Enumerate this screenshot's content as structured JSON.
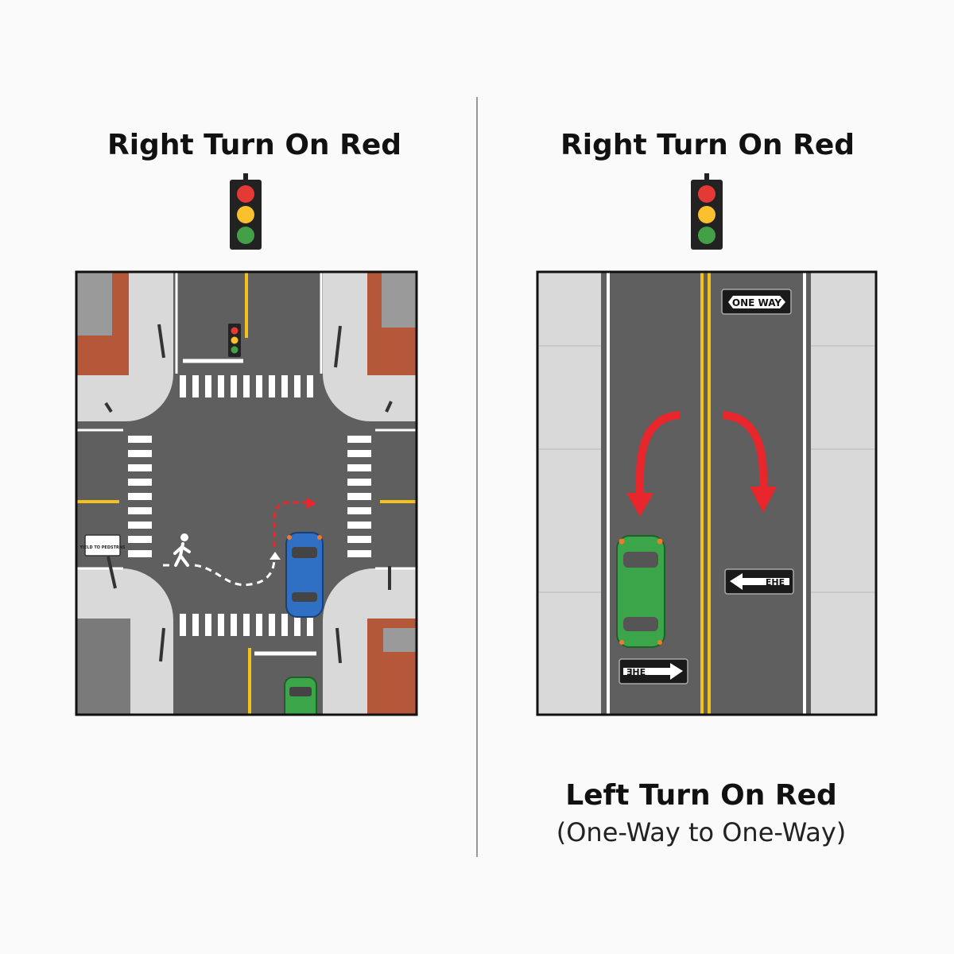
{
  "left_panel": {
    "title": "Right Turn On Red",
    "sign_text": "YIELD TO PEDSTRNS",
    "signal_colors": [
      "#e53935",
      "#fbc02d",
      "#43a047"
    ]
  },
  "right_panel": {
    "title": "Right Turn On Red",
    "caption_title": "Left Turn On Red",
    "caption_subtitle": "(One-Way to One-Way)",
    "sign_one_way": "ONE WAY",
    "sign_left": "EHE",
    "sign_right": "ƎHE"
  },
  "colors": {
    "asphalt": "#5f5f5f",
    "sidewalk": "#d9d9d9",
    "arrow": "#e8262b",
    "lane_yellow": "#f2c21b",
    "brick": "#b5583a",
    "car_blue": "#2f6fc4",
    "car_green": "#3aa649"
  }
}
